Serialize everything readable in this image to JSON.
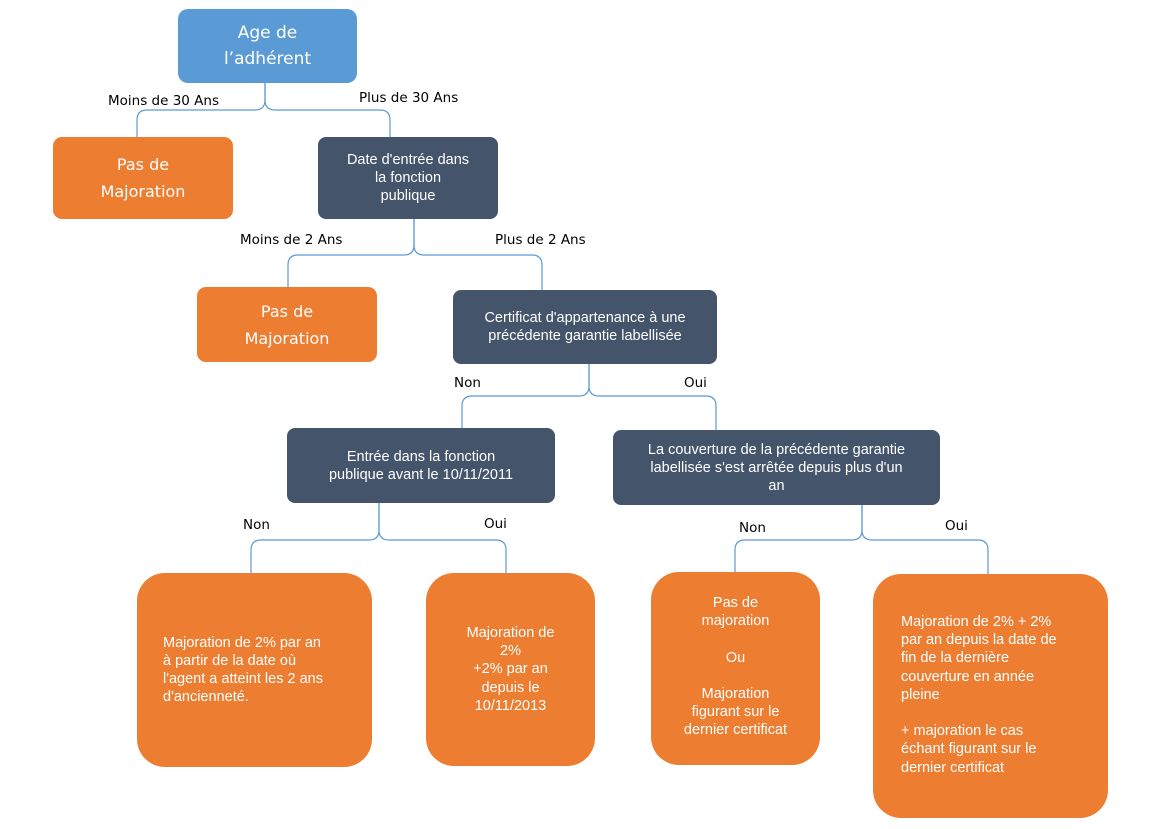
{
  "diagram": {
    "root": "Age de\nl’adhérent",
    "edges": {
      "age_under_30": "Moins de 30 Ans",
      "age_over_30": "Plus de 30 Ans",
      "entry_under_2": "Moins de 2 Ans",
      "entry_over_2": "Plus de 2 Ans",
      "cert_non": "Non",
      "cert_oui": "Oui",
      "before2011_non": "Non",
      "before2011_oui": "Oui",
      "stopped_non": "Non",
      "stopped_oui": "Oui"
    },
    "nodes": {
      "pas_majoration_1": "Pas de\nMajoration",
      "date_entree": "Date d'entrée dans\nla fonction\npublique",
      "pas_majoration_2": "Pas de\nMajoration",
      "certificat": "Certificat d'appartenance à une\nprécédente garantie labellisée",
      "entree_avant": "Entrée dans la fonction\npublique avant le 10/11/2011",
      "couverture_arretee": "La couverture de la précédente garantie\nlabellisée s'est arrêtée depuis plus d'un\nan",
      "outcome_anciennete": "Majoration de 2% par an\nà partir de la date où\nl'agent a atteint les 2 ans\nd'ancienneté.",
      "outcome_2013": "Majoration de\n2%\n+2% par an\ndepuis le\n10/11/2013",
      "outcome_certificat": "Pas de\nmajoration\n\nOu\n\nMajoration\nfigurant sur le\ndernier certificat",
      "outcome_fin_couverture": "Majoration de 2% + 2%\npar an depuis la date de\nfin de la dernière\ncouverture en année\npleine\n\n+ majoration le cas\néchant figurant sur le\ndernier certificat"
    }
  },
  "colors": {
    "root": "#5b9bd5",
    "question": "#44546a",
    "outcome": "#ed7d31",
    "connector": "#5b9bd5"
  }
}
